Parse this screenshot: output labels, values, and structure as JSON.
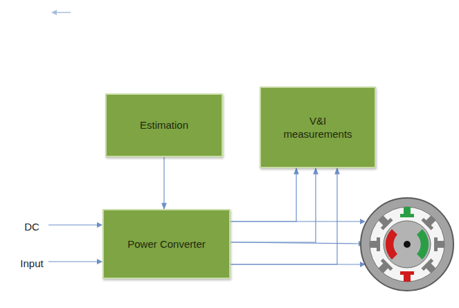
{
  "diagram": {
    "nodes": [
      {
        "text": [
          "Estimation"
        ]
      },
      {
        "text": [
          "V&I measurements"
        ]
      },
      {
        "text": [
          "Power Converter"
        ]
      }
    ],
    "edges": [
      {
        "from": 0,
        "to": 2,
        "arrow": "to"
      },
      {
        "from": 2,
        "to": 1,
        "arrow": "to"
      },
      {
        "from": 2,
        "to": 1,
        "arrow": "to"
      },
      {
        "from": 2,
        "to": 1,
        "arrow": "to"
      }
    ],
    "labels": [
      "DC Input"
    ]
  }
}
